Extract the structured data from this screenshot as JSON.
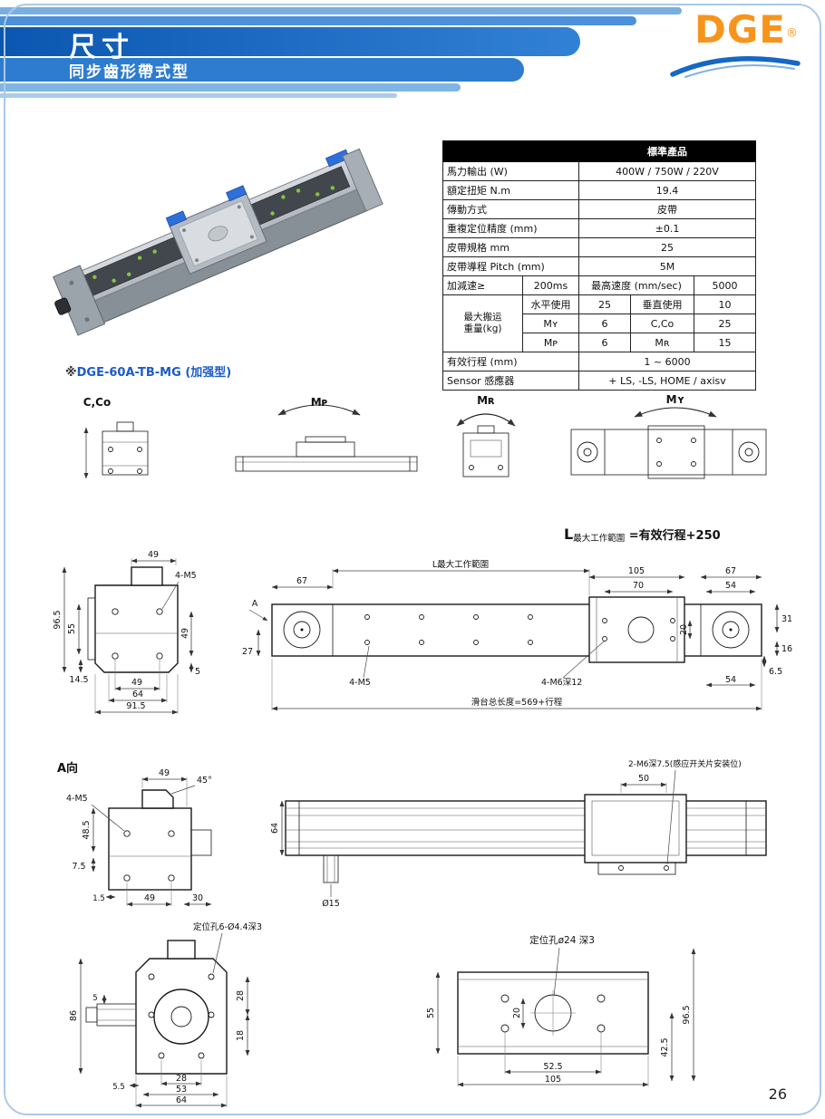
{
  "page": {
    "number": "26"
  },
  "header": {
    "title": "尺寸",
    "subtitle": "同步齒形帶式型",
    "logo_text": "DGE",
    "logo_reg": "®"
  },
  "product": {
    "caption_mark": "※",
    "caption_model": "DGE-60A-TB-MG",
    "caption_suffix": " (加强型)"
  },
  "spec": {
    "title": "標準產品",
    "power_label": "馬力輸出 (W)",
    "power_value": "400W  / 750W  / 220V",
    "torque_label": "額定扭矩 N.m",
    "torque_value": "19.4",
    "drive_label": "傳動方式",
    "drive_value": "皮帶",
    "repeat_label": "重複定位精度 (mm)",
    "repeat_value": "±0.1",
    "belt_width_label": "皮帶規格 mm",
    "belt_width_value": "25",
    "belt_pitch_label": "皮帶導程 Pitch (mm)",
    "belt_pitch_value": "5M",
    "accel_label": "加減速≥",
    "accel_value": "200ms",
    "speed_label": "最高速度 (mm/sec)",
    "speed_value": "5000",
    "load_label": "最大搬运\n重量(kg)",
    "load_h_label": "水平使用",
    "load_h_value": "25",
    "load_v_label": "垂直使用",
    "load_v_value": "10",
    "my_label": "Mʏ",
    "my_value": "6",
    "cco_label": "C,Co",
    "cco_value": "25",
    "mp_label": "Mᴘ",
    "mp_value": "6",
    "mr_label": "Mʀ",
    "mr_value": "15",
    "stroke_label": "有效行程 (mm)",
    "stroke_value": "1 ~ 6000",
    "sensor_label": "Sensor  感應器",
    "sensor_value": "+ LS, -LS, HOME  / axisv"
  },
  "moments": {
    "cco": "C,Co",
    "mp": "Mᴘ",
    "mr": "Mʀ",
    "my": "Mʏ"
  },
  "drawing_main": {
    "formula_l": "L",
    "formula_sub": "最大工作範圍",
    "formula_eq": " =有效行程+250",
    "range_label": "L最大工作範圍",
    "fv_tab_w": "49",
    "fv_holes": "4-M5",
    "fv_h_total": "96.5",
    "fv_h_mid": "55",
    "fv_h_bottom": "14.5",
    "fv_hole_v": "49",
    "fv_small": "5",
    "fv_hole_h": "49",
    "fv_w_mid": "64",
    "fv_w_total": "91.5",
    "sv_end_l": "67",
    "sv_carriage_w": "105",
    "sv_carriage_holes": "70",
    "sv_end_r": "67",
    "sv_end_r_holes": "54",
    "sv_left_v": "27",
    "view_label": "A",
    "sv_mid_v": "20",
    "sv_right_v1": "31",
    "sv_right_v2": "16",
    "sv_right_small": "6.5",
    "sv_bottom_r": "54",
    "sv_rail_holes": "4-M5",
    "sv_carriage_tap": "4-M6深12",
    "sv_total_len": "滑台总长度=569+行程"
  },
  "drawing_a": {
    "title": "A向",
    "top_w": "49",
    "chamfer": "45°",
    "holes": "4-M5",
    "left_v": "48.5",
    "left_small": "7.5",
    "bottom_small": "1.5",
    "bottom_w": "49",
    "bottom_r": "30",
    "profile_h": "64",
    "shaft_d": "Ø15",
    "sensor_w": "50",
    "sensor_note": "2-M6深7.5(感应开关片安装位)"
  },
  "drawing_motor": {
    "note": "定位孔6-Ø4.4深3",
    "h_total": "86",
    "left_small": "5",
    "bottom_left_small": "5.5",
    "right_v1": "28",
    "right_v2": "18",
    "bottom_w1": "28",
    "bottom_w2": "53",
    "bottom_w3": "64"
  },
  "drawing_slider": {
    "note": "定位孔ø24 深3",
    "left_v": "55",
    "center_v": "20",
    "right_v1": "96.5",
    "right_v2": "42.5",
    "bottom_w1": "52.5",
    "bottom_w2": "105"
  }
}
